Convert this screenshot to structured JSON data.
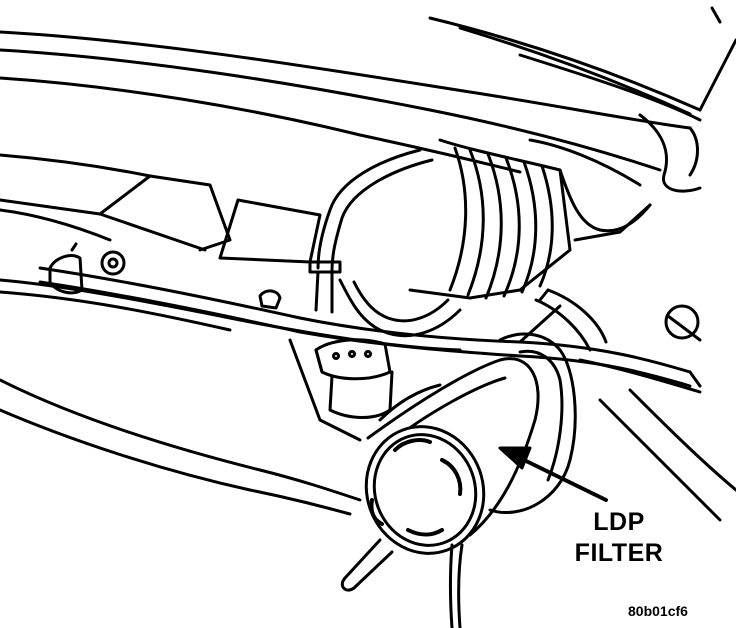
{
  "diagram": {
    "callout": {
      "line1": "LDP",
      "line2": "FILTER"
    },
    "figure_id": "80b01cf6",
    "colors": {
      "ink": "#000000",
      "paper": "#ffffff"
    }
  }
}
